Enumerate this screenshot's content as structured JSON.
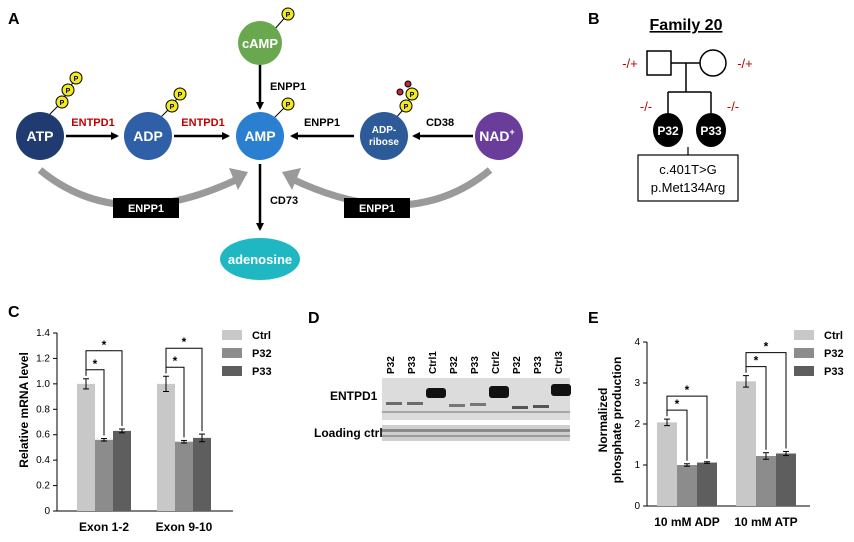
{
  "panels": {
    "a": "A",
    "b": "B",
    "c": "C",
    "d": "D",
    "e": "E"
  },
  "pathway": {
    "nodes": {
      "atp": "ATP",
      "adp": "ADP",
      "amp": "AMP",
      "camp": "cAMP",
      "adp_ribose_1": "ADP-",
      "adp_ribose_2": "ribose",
      "nad": "NAD",
      "nad_sup": "+",
      "adenosine": "adenosine"
    },
    "phosphate": "P",
    "enzymes": {
      "entpd1_a": "ENTPD1",
      "entpd1_b": "ENTPD1",
      "enpp1_camp": "ENPP1",
      "enpp1_adpr": "ENPP1",
      "cd38": "CD38",
      "cd73": "CD73",
      "enpp1_box_left": "ENPP1",
      "enpp1_box_right": "ENPP1"
    },
    "colors": {
      "atp": "#1f3b70",
      "adp": "#2f5fa6",
      "amp": "#2b7fd0",
      "camp": "#6aa84f",
      "adp_ribose": "#2d5a98",
      "nad": "#6a3d9a",
      "adenosine": "#1fb7c2",
      "phosphate": "#f2ea1c",
      "enzyme_red": "#c00000"
    }
  },
  "pedigree": {
    "title": "Family 20",
    "father_genotype": "-/+",
    "mother_genotype": "-/+",
    "p32_genotype": "-/-",
    "p33_genotype": "-/-",
    "p32": "P32",
    "p33": "P33",
    "variant_cdna": "c.401T>G",
    "variant_protein": "p.Met134Arg"
  },
  "western": {
    "lanes": [
      "P32",
      "P33",
      "Ctrl1",
      "P32",
      "P33",
      "Ctrl2",
      "P32",
      "P33",
      "Ctrl3"
    ],
    "row_entpd1": "ENTPD1",
    "row_loading": "Loading ctrl"
  },
  "chart_data": [
    {
      "type": "bar",
      "panel": "C",
      "ylabel": "Relative mRNA level",
      "ylim": [
        0,
        1.4
      ],
      "yticks": [
        "0",
        "0.2",
        "0.4",
        "0.6",
        "0.8",
        "1.0",
        "1.2",
        "1.4"
      ],
      "categories": [
        "Exon 1-2",
        "Exon 9-10"
      ],
      "series": [
        {
          "name": "Ctrl",
          "values": [
            1.0,
            1.0
          ],
          "errors": [
            0.04,
            0.06
          ],
          "color": "#c8c8c8"
        },
        {
          "name": "P32",
          "values": [
            0.56,
            0.545
          ],
          "errors": [
            0.01,
            0.01
          ],
          "color": "#8c8c8c"
        },
        {
          "name": "P33",
          "values": [
            0.63,
            0.575
          ],
          "errors": [
            0.015,
            0.03
          ],
          "color": "#5e5e5e"
        }
      ],
      "significance": "*",
      "legend": "right"
    },
    {
      "type": "bar",
      "panel": "E",
      "ylabel": "Normalized phosphate production",
      "ylim": [
        0,
        4
      ],
      "yticks": [
        "0",
        "1",
        "2",
        "3",
        "4"
      ],
      "categories": [
        "10 mM ADP",
        "10 mM ATP"
      ],
      "series": [
        {
          "name": "Ctrl",
          "values": [
            2.04,
            3.04
          ],
          "errors": [
            0.08,
            0.14
          ],
          "color": "#c8c8c8"
        },
        {
          "name": "P32",
          "values": [
            1.0,
            1.22
          ],
          "errors": [
            0.03,
            0.08
          ],
          "color": "#8c8c8c"
        },
        {
          "name": "P33",
          "values": [
            1.06,
            1.28
          ],
          "errors": [
            0.02,
            0.05
          ],
          "color": "#5e5e5e"
        }
      ],
      "significance": "*",
      "legend": "right"
    }
  ]
}
